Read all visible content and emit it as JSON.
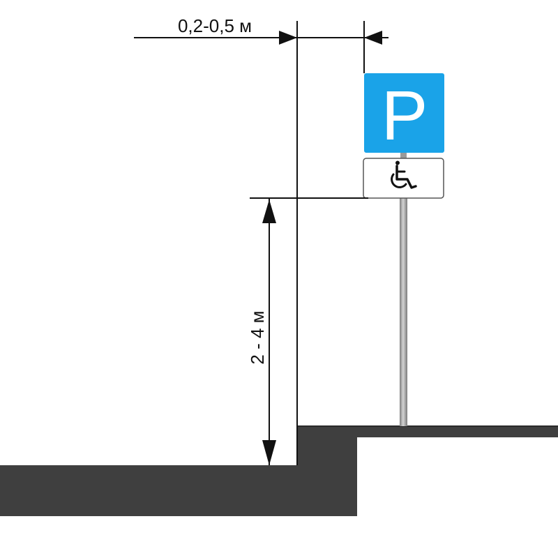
{
  "dimensions": {
    "offset_label": "0,2-0,5 м",
    "height_label": "2 - 4 м"
  },
  "sign": {
    "main_letter": "P",
    "plate_icon": "wheelchair-icon"
  },
  "colors": {
    "sign_blue": "#1aa3e8",
    "ground": "#3f3f3f",
    "pole": "#9a9a9a",
    "line": "#111111"
  }
}
